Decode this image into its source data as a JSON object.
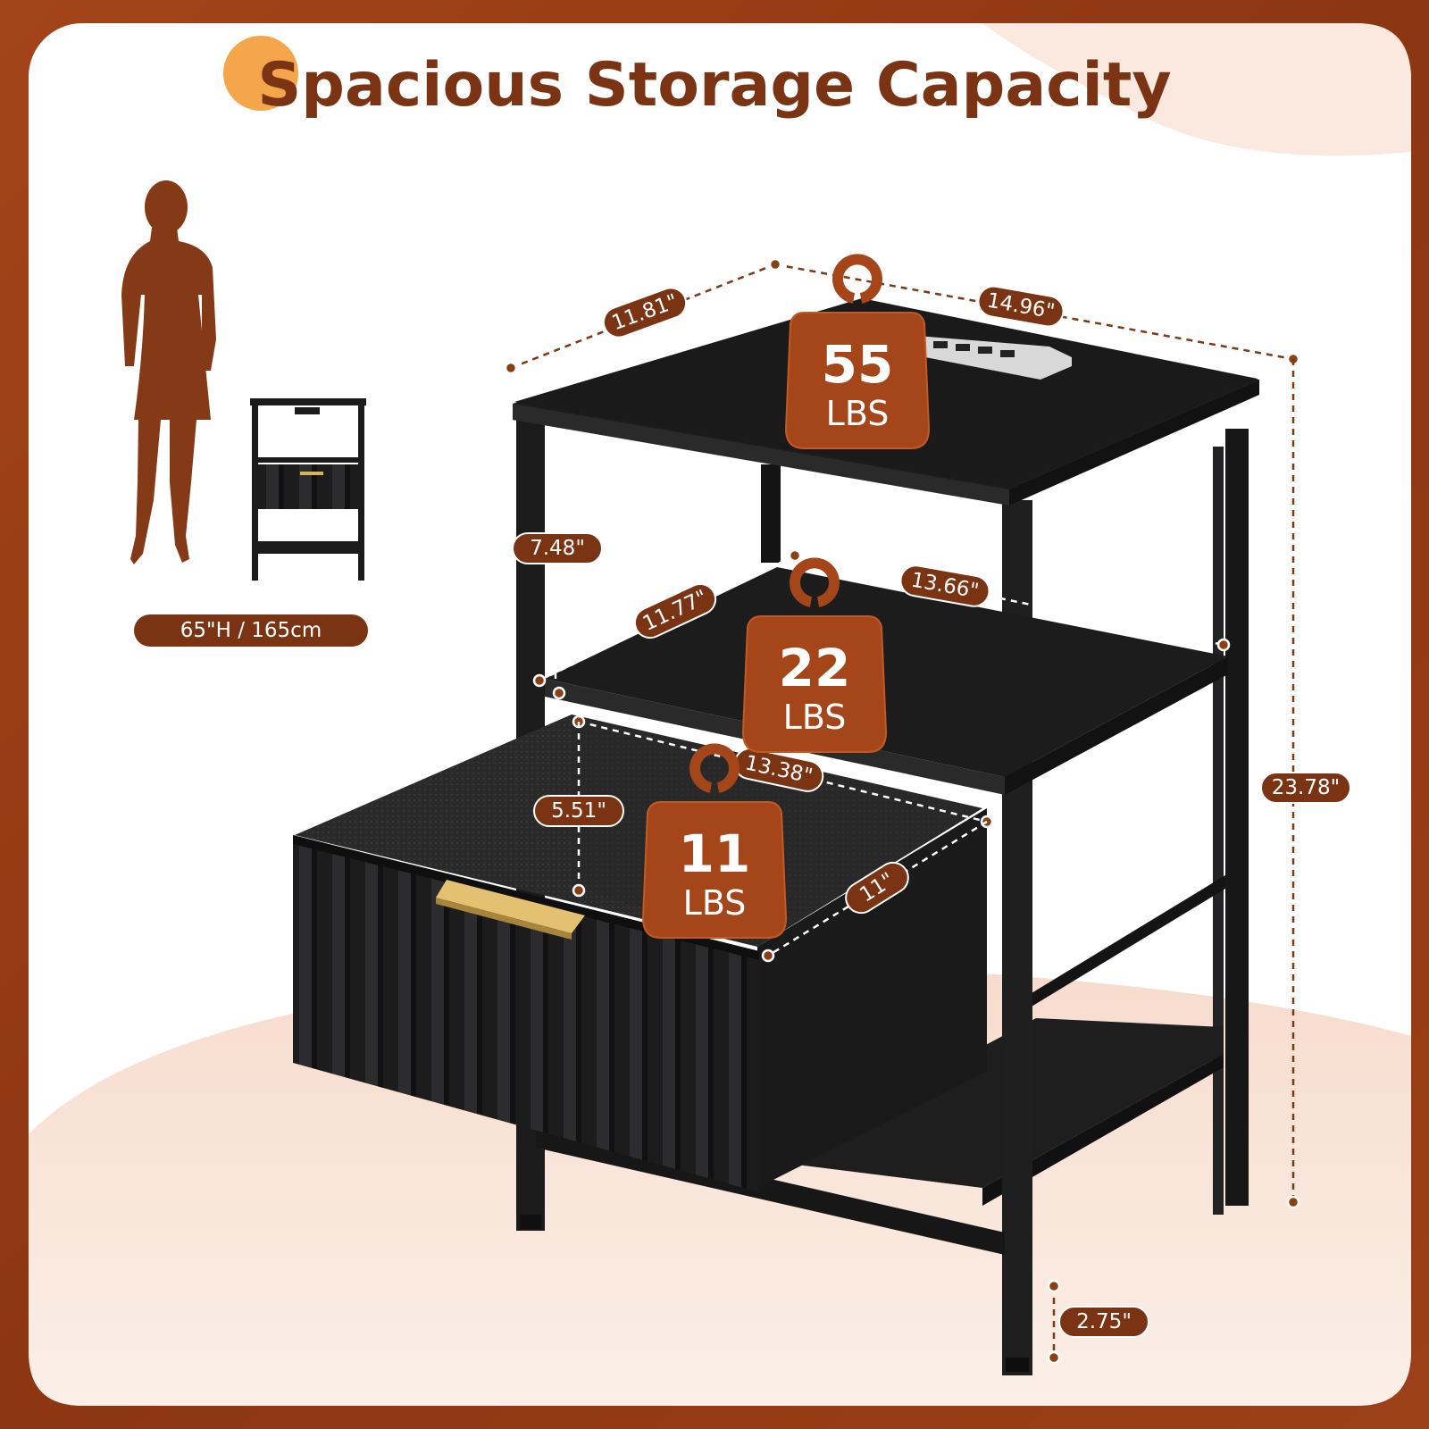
{
  "title": "Spacious Storage Capacity",
  "person_height": "65\"H / 165cm",
  "dimensions": {
    "top_depth": "11.81\"",
    "top_width": "14.96\"",
    "shelf_gap": "7.48\"",
    "mid_depth": "11.77\"",
    "mid_width": "13.66\"",
    "drawer_width": "13.38\"",
    "drawer_height": "5.51\"",
    "drawer_depth": "11\"",
    "total_height": "23.78\"",
    "leg_clearance": "2.75\""
  },
  "weights": {
    "top": {
      "value": "55",
      "unit": "LBS"
    },
    "middle": {
      "value": "22",
      "unit": "LBS"
    },
    "drawer": {
      "value": "11",
      "unit": "LBS"
    }
  },
  "colors": {
    "brand_brown": "#7b3413",
    "frame_border": "#8f3a12",
    "accent_orange": "#f5a54a",
    "furniture_black": "#1b1b1c",
    "handle_gold": "#d9b25a"
  }
}
